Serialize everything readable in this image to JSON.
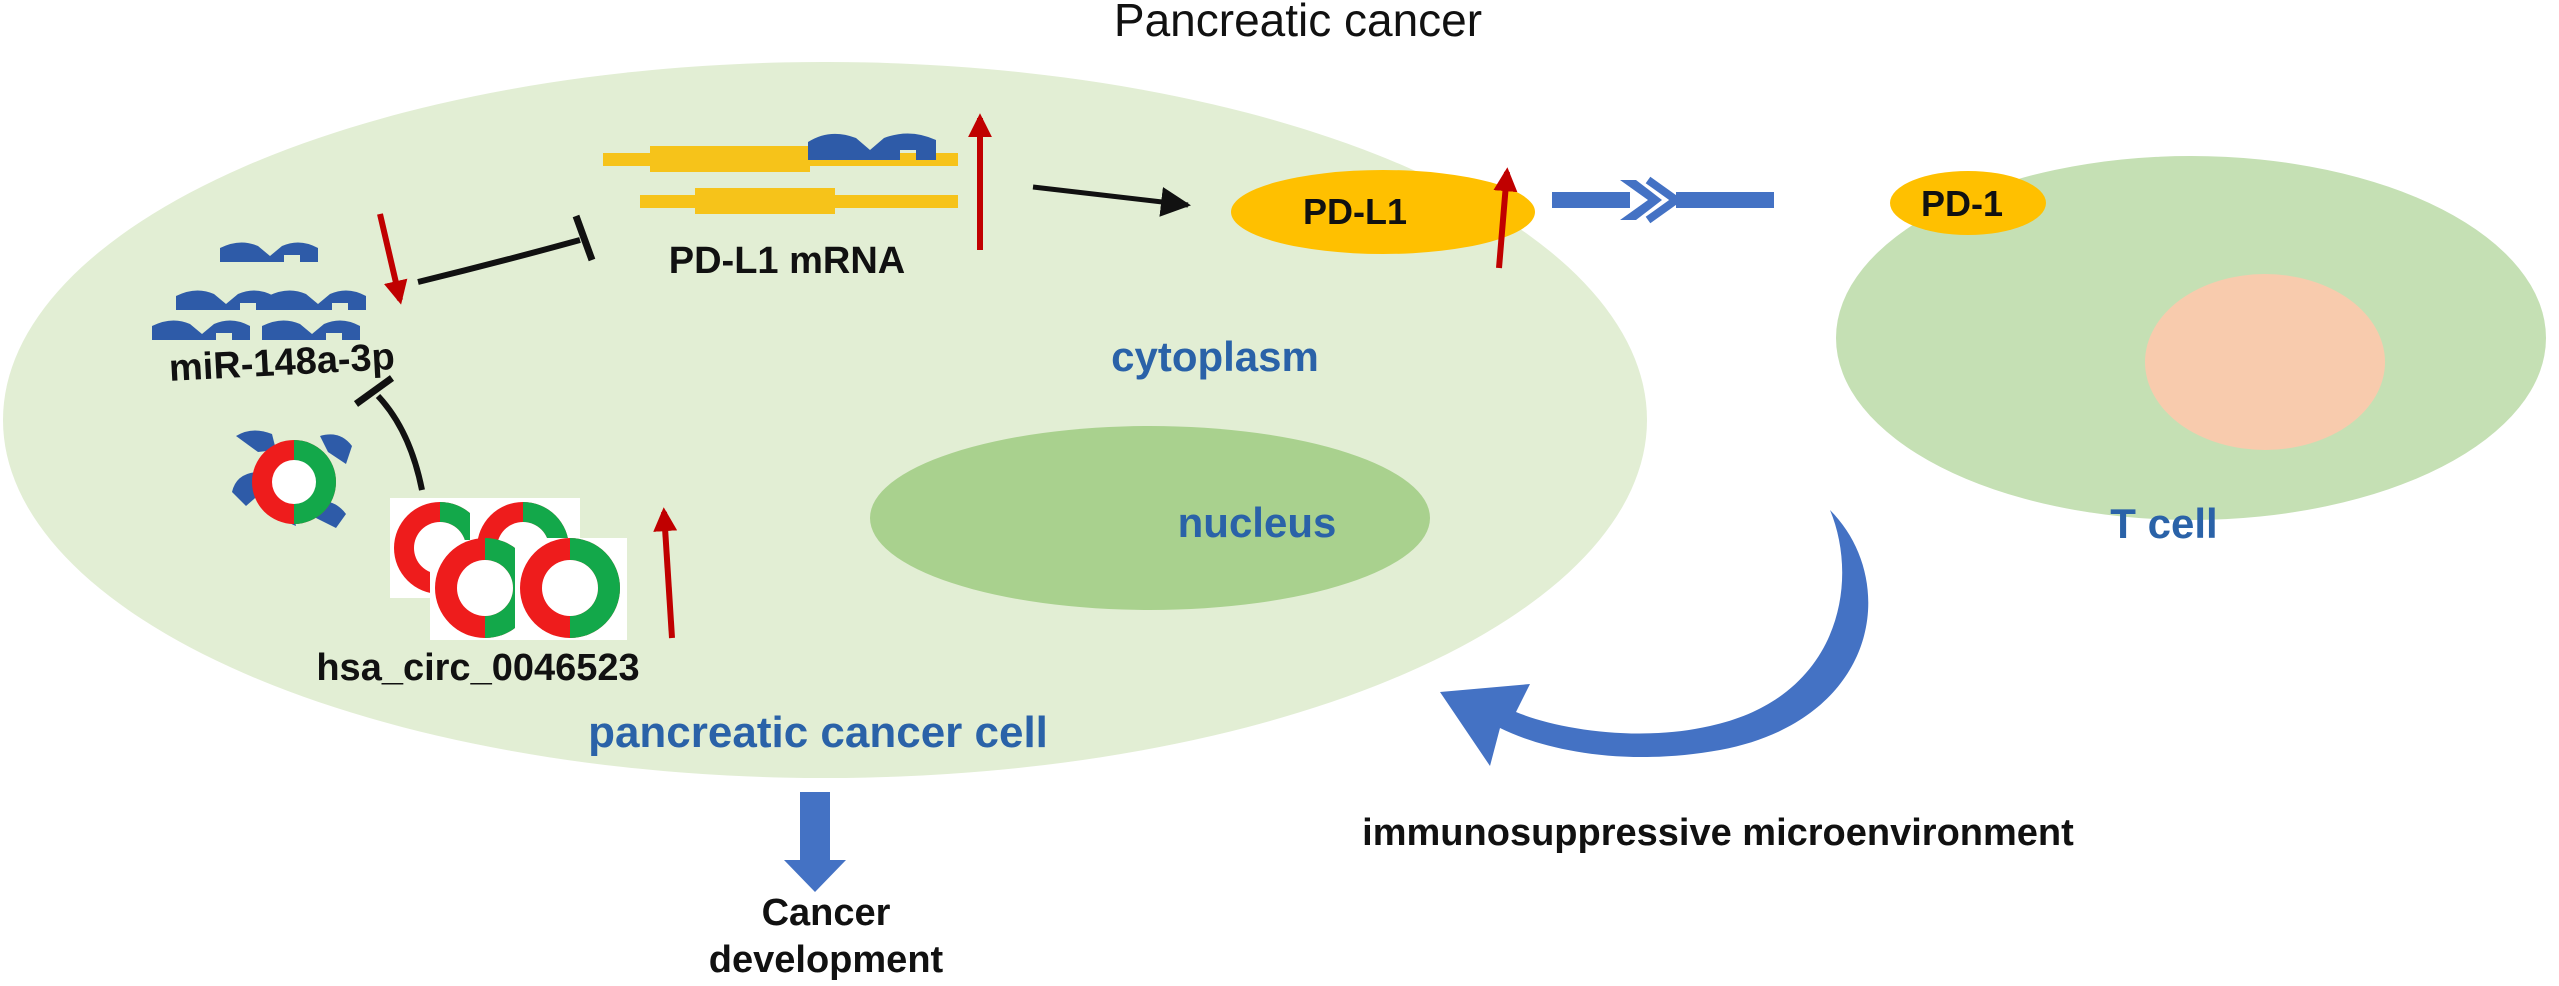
{
  "title": "Pancreatic cancer",
  "labels": {
    "mirna": "miR-148a-3p",
    "mrna": "PD-L1 mRNA",
    "pdl1": "PD-L1",
    "pd1": "PD-1",
    "cytoplasm": "cytoplasm",
    "nucleus": "nucleus",
    "tcell": "T cell",
    "circ": "hsa_circ_0046523",
    "cancer_cell": "pancreatic cancer cell",
    "immuno": "immunosuppressive microenvironment",
    "cancer_dev_1": "Cancer",
    "cancer_dev_2": "development"
  },
  "colors": {
    "cell_fill": "#e2eed4",
    "nucleus_fill": "#a9d18e",
    "tcell_fill": "#c5e0b4",
    "tcell_nucleus": "#f8cbad",
    "protein_fill": "#ffc000",
    "mrna_fill": "#f6c31a",
    "mirna_fill": "#2e5ba8",
    "arrow_blue": "#4472c4",
    "up_down_arrow": "#c00000",
    "label_blue": "#2a62a8",
    "text_dark": "#111111",
    "circ_red": "#ee1c1c",
    "circ_green": "#13a84a"
  },
  "icons": {
    "up_arrow": "red-up-arrow-icon",
    "down_arrow": "red-down-arrow-icon",
    "inhibit": "inhibition-bar-icon",
    "block_arrow": "blue-block-arrow-icon"
  }
}
